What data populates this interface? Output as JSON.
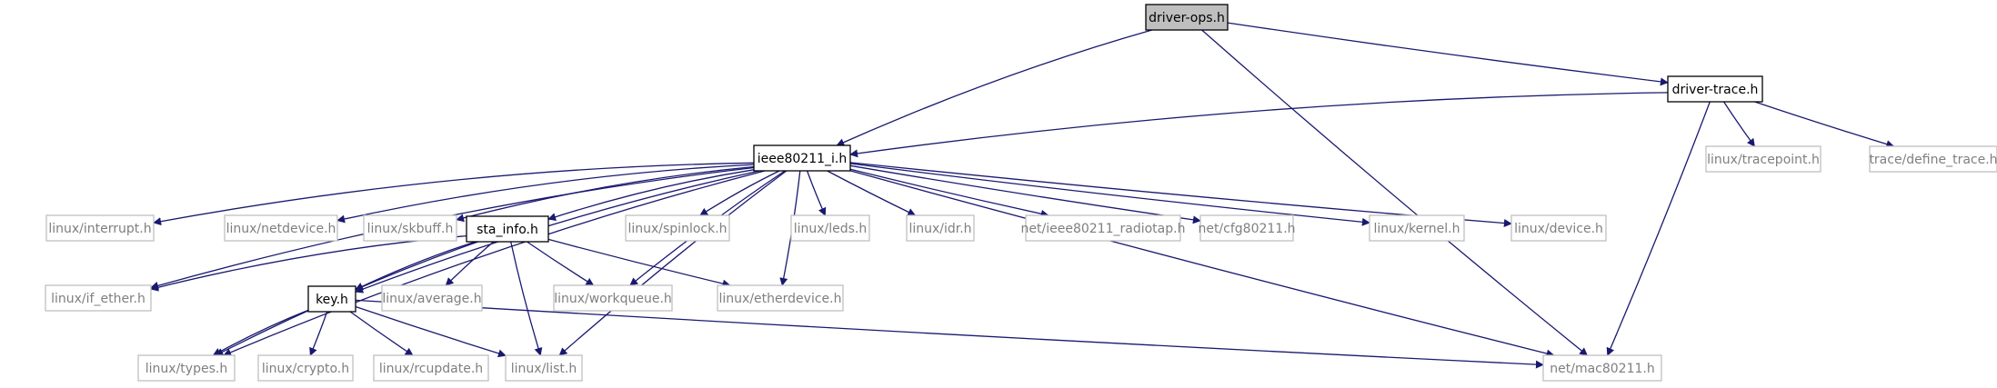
{
  "colors": {
    "edge": "#191970",
    "missing_border": "#bfbfbf",
    "missing_text": "#7f7f7f",
    "node_border": "#000000",
    "node_text": "#000000",
    "root_fill": "#bfbfbf"
  },
  "nodes": {
    "driver_ops": "driver-ops.h",
    "driver_trace": "driver-trace.h",
    "ieee80211_i": "ieee80211_i.h",
    "sta_info": "sta_info.h",
    "key": "key.h",
    "tracepoint": "linux/tracepoint.h",
    "define_trace": "trace/define_trace.h",
    "interrupt": "linux/interrupt.h",
    "netdevice": "linux/netdevice.h",
    "skbuff": "linux/skbuff.h",
    "spinlock": "linux/spinlock.h",
    "leds": "linux/leds.h",
    "idr": "linux/idr.h",
    "radiotap": "net/ieee80211_radiotap.h",
    "cfg80211": "net/cfg80211.h",
    "kernel": "linux/kernel.h",
    "device": "linux/device.h",
    "if_ether": "linux/if_ether.h",
    "average": "linux/average.h",
    "workqueue": "linux/workqueue.h",
    "etherdevice": "linux/etherdevice.h",
    "types": "linux/types.h",
    "crypto": "linux/crypto.h",
    "rcupdate": "linux/rcupdate.h",
    "list": "linux/list.h",
    "mac80211": "net/mac80211.h"
  },
  "edges": [
    [
      "driver_ops",
      "driver_trace"
    ],
    [
      "driver_ops",
      "ieee80211_i"
    ],
    [
      "driver_ops",
      "mac80211"
    ],
    [
      "driver_trace",
      "ieee80211_i"
    ],
    [
      "driver_trace",
      "tracepoint"
    ],
    [
      "driver_trace",
      "define_trace"
    ],
    [
      "driver_trace",
      "mac80211"
    ],
    [
      "ieee80211_i",
      "interrupt"
    ],
    [
      "ieee80211_i",
      "netdevice"
    ],
    [
      "ieee80211_i",
      "skbuff"
    ],
    [
      "ieee80211_i",
      "sta_info"
    ],
    [
      "ieee80211_i",
      "spinlock"
    ],
    [
      "ieee80211_i",
      "leds"
    ],
    [
      "ieee80211_i",
      "idr"
    ],
    [
      "ieee80211_i",
      "radiotap"
    ],
    [
      "ieee80211_i",
      "cfg80211"
    ],
    [
      "ieee80211_i",
      "kernel"
    ],
    [
      "ieee80211_i",
      "device"
    ],
    [
      "ieee80211_i",
      "if_ether"
    ],
    [
      "ieee80211_i",
      "key"
    ],
    [
      "ieee80211_i",
      "types"
    ],
    [
      "ieee80211_i",
      "workqueue"
    ],
    [
      "ieee80211_i",
      "etherdevice"
    ],
    [
      "ieee80211_i",
      "list"
    ],
    [
      "ieee80211_i",
      "mac80211"
    ],
    [
      "sta_info",
      "if_ether"
    ],
    [
      "sta_info",
      "key"
    ],
    [
      "sta_info",
      "average"
    ],
    [
      "sta_info",
      "workqueue"
    ],
    [
      "sta_info",
      "etherdevice"
    ],
    [
      "sta_info",
      "types"
    ],
    [
      "sta_info",
      "list"
    ],
    [
      "key",
      "types"
    ],
    [
      "key",
      "crypto"
    ],
    [
      "key",
      "rcupdate"
    ],
    [
      "key",
      "list"
    ],
    [
      "key",
      "mac80211"
    ]
  ]
}
